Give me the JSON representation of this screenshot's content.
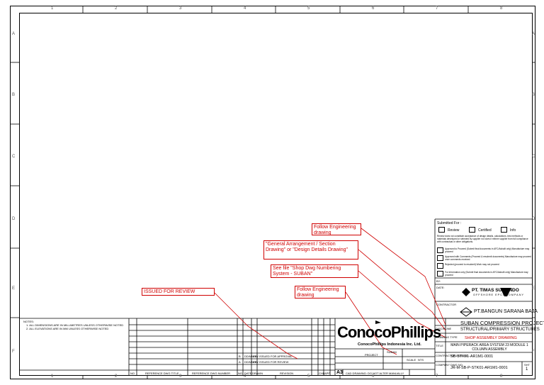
{
  "grid": {
    "columns": [
      "1",
      "2",
      "3",
      "4",
      "5",
      "6",
      "7",
      "8"
    ],
    "rows": [
      "A",
      "B",
      "C",
      "D",
      "E",
      "F"
    ]
  },
  "notes": {
    "title": "NOTES:",
    "lines": [
      "1. ALL DIMENSIONS ARE IN MILLIMETRES UNLESS OTHERWISE NOTED",
      "2. ALL ELEVATIONS ARE IN MM UNLESS OTHERWISE NOTED"
    ]
  },
  "reference": {
    "no_label": "NO",
    "title_label": "REFERENCE DWG TITLE",
    "ref_label": "REFERENCE DWG NUMBER"
  },
  "revisions": {
    "rows": [
      {
        "rev": "B",
        "date": "DD/MM/YY",
        "by": "EBL",
        "desc": "ISSUED FOR APPROVAL"
      },
      {
        "rev": "A",
        "date": "DD/MM/YY",
        "by": "EBL",
        "desc": "ISSUED FOR REVIEW"
      }
    ],
    "header": {
      "rev": "NO",
      "date": "DATE",
      "by": "DRAWN",
      "desc": "REVISION",
      "chk": "CHK",
      "app": "APP"
    }
  },
  "company": {
    "logo": "ConocoPhillips",
    "name": "ConocoPhillips Indonesia Inc. Ltd.",
    "size": "A3",
    "note": "CAD DRAWING: DO NOT ALTER MANUALLY",
    "project_label": "PROJECT",
    "project_value": "SUBAN",
    "scale_label": "SCALE",
    "scale_value": "NTS"
  },
  "submitted": {
    "label": "Submitted For :",
    "options": [
      "Review",
      "Certified",
      "Info"
    ],
    "disclaimer": "Review does not constitute acceptance of design details, calculations, test methods or materials developed or selected by supplier nor does it relieve supplier from full compliance with contractual or other obligations.",
    "checks": [
      "Approved to Proceed (Submit final documents in AFC/Asbuilt only) Manufacture may proceed",
      "Approved with Comments (Proceed & resubmit documents) Manufacture may proceed once comments received",
      "Rejected (proceed to resubmit) Work may not proceed",
      "For Information only (Submit final documents in AFC/Asbuilt only) Manufacture may proceed"
    ],
    "by_label": "BY:",
    "date_label": "DATE:"
  },
  "contractor1": "PT. TIMAS SUPLINDO",
  "contractor1_sub": "OFFSHORE EPCI COMPANY",
  "contractor2": "PT.BANGUN SARANA BAJA",
  "contractor_label": "CONTRACTOR",
  "project_title": "SUBAN COMPRESSION PROJECT",
  "discipline_label": "DISCIPLINE",
  "discipline": "STRUCTURAL/PRIMARY STRUCTURES",
  "drawing_type_label": "DRAWING TYPE",
  "drawing_type": "SHOP ASSEMBLY DRAWING",
  "title_label": "TITLE",
  "title": "MAIN PIPERACK AREA SYSTEM 23 MODULE 1 COLUMN ASSEMBLY",
  "numbers": {
    "contractor_no_label": "CONTRACTOR DWG NO.",
    "contractor_no": "SB-STK01-AR1M1-0001",
    "company_no_label": "COMPANY DWG NO.",
    "company_no": "JR-M-SB-P-STK01-AR1M1-0001",
    "sheet_label": "SHT",
    "sheet": "1"
  },
  "annotations": {
    "follow1": "Follow Engineering drawing",
    "general": "\"General Arrangement / Section Drawing\" or \"Design Details Drawing\"",
    "shop": "See file \"Shop Dwg Numbering System - SUBAN\"",
    "follow2": "Follow Engineering drawing",
    "issued": "ISSUED FOR REVIEW"
  },
  "colors": {
    "annotation": "#d00000",
    "line": "#000000"
  }
}
